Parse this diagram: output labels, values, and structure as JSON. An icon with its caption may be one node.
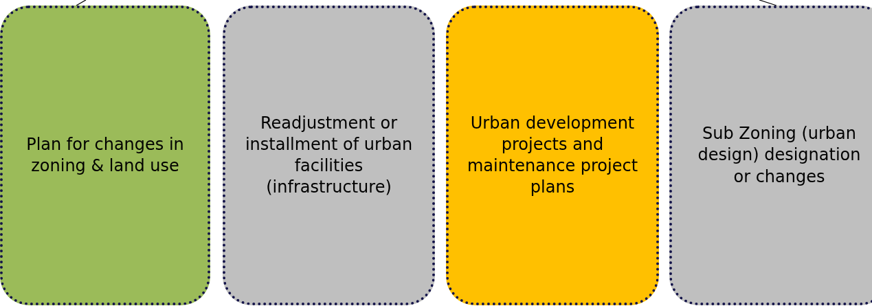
{
  "diagram": {
    "nodes": [
      {
        "text": [
          "Plan for changes in zoning & land use"
        ]
      },
      {
        "text": [
          "Readjustment or installment of urban facilities (infrastructure)"
        ]
      },
      {
        "text": [
          "Urban development projects and maintenance project plans"
        ]
      },
      {
        "text": [
          "Sub Zoning (urban design) designation or changes"
        ]
      }
    ],
    "edges": [
      {
        "from": null,
        "to": 0,
        "arrow": "none"
      },
      {
        "from": null,
        "to": 3,
        "arrow": "none"
      }
    ]
  }
}
